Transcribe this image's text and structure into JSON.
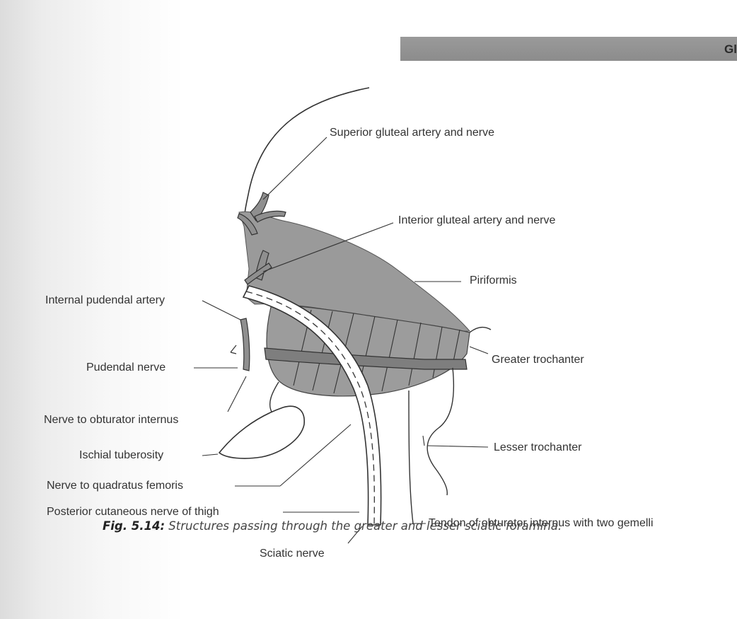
{
  "header": {
    "running_title": "Gl"
  },
  "figure": {
    "labels": {
      "superior_gluteal": "Superior gluteal artery and nerve",
      "inferior_gluteal": "Interior gluteal artery and nerve",
      "piriformis": "Piriformis",
      "internal_pudendal": "Internal pudendal artery",
      "greater_trochanter": "Greater trochanter",
      "pudendal_nerve": "Pudendal nerve",
      "nerve_obturator_internus": "Nerve to obturator internus",
      "ischial_tuberosity": "Ischial tuberosity",
      "lesser_trochanter": "Lesser trochanter",
      "nerve_quadratus_femoris": "Nerve to quadratus femoris",
      "posterior_cutaneous": "Posterior cutaneous nerve of thigh",
      "tendon_obturator": "Tendon of obturator internus with two gemelli",
      "sciatic_nerve": "Sciatic nerve"
    },
    "caption": {
      "number": "Fig. 5.14:",
      "text": " Structures passing through the greater and lesser sciatic foramina."
    }
  },
  "colors": {
    "muscle": "#9a9a9a",
    "muscle_dark": "#8a8a8a",
    "nerve_fill": "#ffffff",
    "line": "#333333",
    "header_bar": "#929292"
  }
}
